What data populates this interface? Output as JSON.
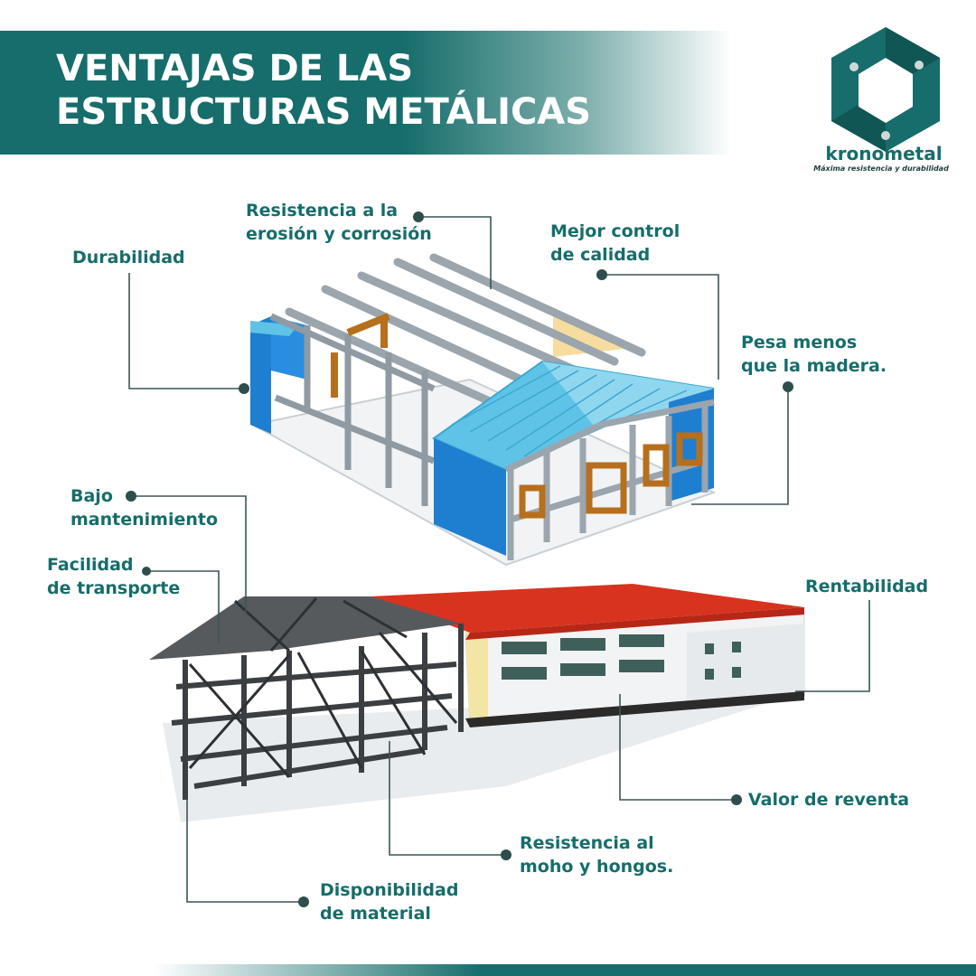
{
  "header": {
    "title_line1": "VENTAJAS DE LAS",
    "title_line2": "ESTRUCTURAS METÁLICAS"
  },
  "brand": {
    "name": "kronometal",
    "tagline": "Máxima resistencia y durabilidad",
    "color": "#166d6b"
  },
  "advantages": {
    "durabilidad": [
      "Durabilidad"
    ],
    "resistencia_erosion": [
      "Resistencia a la",
      "erosión y corrosión"
    ],
    "control_calidad": [
      "Mejor control",
      "de calidad"
    ],
    "pesa_menos": [
      "Pesa menos",
      "que la madera."
    ],
    "bajo_mantenimiento": [
      "Bajo",
      "mantenimiento"
    ],
    "facilidad_transporte": [
      "Facilidad",
      "de transporte"
    ],
    "rentabilidad": [
      "Rentabilidad"
    ],
    "valor_reventa": [
      "Valor de reventa"
    ],
    "resistencia_moho": [
      "Resistencia al",
      "moho y hongos."
    ],
    "disponibilidad": [
      "Disponibilidad",
      "de material"
    ]
  },
  "colors": {
    "accent": "#166d6b",
    "roof_blue": "#5ec3e6",
    "wall_blue": "#1e7fd0",
    "roof_red": "#d8331f",
    "steel_gray": "#9aa5ad"
  }
}
